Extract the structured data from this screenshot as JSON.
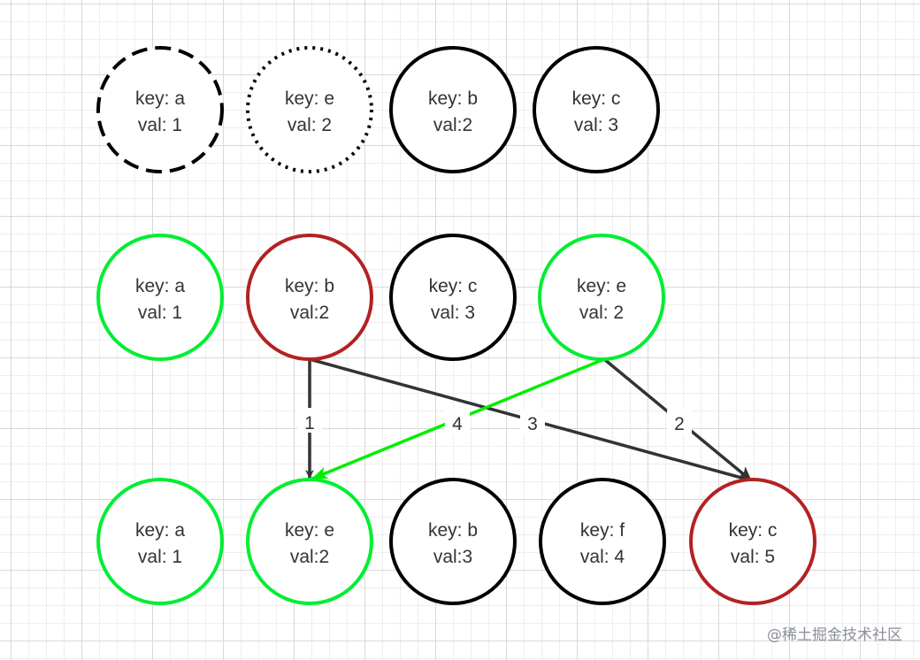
{
  "colors": {
    "default_stroke": "#000000",
    "highlight_green": "#00ee33",
    "highlight_red": "#b22222",
    "edge": "#333333",
    "edge_green": "#00ee00"
  },
  "rows": [
    {
      "nodes": [
        {
          "key": "key: a",
          "val": "val: 1",
          "style": "dashed"
        },
        {
          "key": "key: e",
          "val": "val: 2",
          "style": "dotted"
        },
        {
          "key": "key: b",
          "val": "val:2",
          "style": "solid"
        },
        {
          "key": "key: c",
          "val": "val: 3",
          "style": "solid"
        }
      ]
    },
    {
      "nodes": [
        {
          "key": "key: a",
          "val": "val: 1",
          "style": "green"
        },
        {
          "key": "key: b",
          "val": "val:2",
          "style": "red"
        },
        {
          "key": "key: c",
          "val": "val: 3",
          "style": "solid"
        },
        {
          "key": "key: e",
          "val": "val: 2",
          "style": "green"
        }
      ]
    },
    {
      "nodes": [
        {
          "key": "key: a",
          "val": "val: 1",
          "style": "green"
        },
        {
          "key": "key: e",
          "val": "val:2",
          "style": "green"
        },
        {
          "key": "key: b",
          "val": "val:3",
          "style": "solid"
        },
        {
          "key": "key: f",
          "val": "val: 4",
          "style": "solid"
        },
        {
          "key": "key: c",
          "val": "val: 5",
          "style": "red"
        }
      ]
    }
  ],
  "edges": [
    {
      "label": "1",
      "from": "row2-b",
      "to": "row3-e",
      "color": "dark"
    },
    {
      "label": "2",
      "from": "row2-e",
      "to": "row3-c",
      "color": "dark"
    },
    {
      "label": "3",
      "from": "row2-b",
      "to": "row3-c",
      "color": "dark"
    },
    {
      "label": "4",
      "from": "row2-e",
      "to": "row3-e",
      "color": "green"
    }
  ],
  "watermark": "@稀土掘金技术社区"
}
